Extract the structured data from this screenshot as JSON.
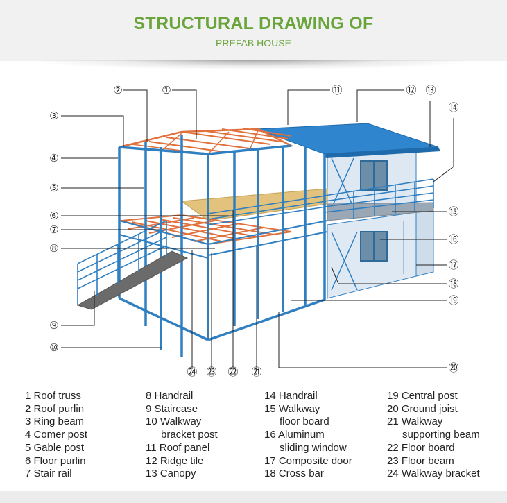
{
  "header": {
    "title": "STRUCTURAL DRAWING OF",
    "subtitle": "PREFAB HOUSE"
  },
  "callouts": [
    "①",
    "②",
    "③",
    "④",
    "⑤",
    "⑥",
    "⑦",
    "⑧",
    "⑨",
    "⑩",
    "⑪",
    "⑫",
    "⑬",
    "⑭",
    "⑮",
    "⑯",
    "⑰",
    "⑱",
    "⑲",
    "⑳",
    "㉑",
    "㉒",
    "㉓",
    "㉔"
  ],
  "legend": {
    "columns": [
      [
        {
          "text": "1 Roof truss"
        },
        {
          "text": "2 Roof purlin"
        },
        {
          "text": "3 Ring beam"
        },
        {
          "text": "4 Comer post"
        },
        {
          "text": "5 Gable post"
        },
        {
          "text": "6 Floor purlin"
        },
        {
          "text": "7 Stair rail"
        }
      ],
      [
        {
          "text": "8 Handrail"
        },
        {
          "text": "9 Staircase"
        },
        {
          "text": "10 Walkway"
        },
        {
          "text": "bracket post",
          "indent": true
        },
        {
          "text": "11 Roof panel"
        },
        {
          "text": "12 Ridge tile"
        },
        {
          "text": "13 Canopy"
        }
      ],
      [
        {
          "text": "14 Handrail"
        },
        {
          "text": "15 Walkway"
        },
        {
          "text": "floor board",
          "indent": true
        },
        {
          "text": "16 Aluminum"
        },
        {
          "text": "sliding window",
          "indent": true
        },
        {
          "text": "17 Composite door"
        },
        {
          "text": "18 Cross bar"
        }
      ],
      [
        {
          "text": "19 Central post"
        },
        {
          "text": "20 Ground joist"
        },
        {
          "text": "21 Walkway"
        },
        {
          "text": "supporting beam",
          "indent": true
        },
        {
          "text": "22 Floor board"
        },
        {
          "text": "23 Floor beam"
        },
        {
          "text": "24 Walkway bracket"
        }
      ]
    ]
  },
  "colors": {
    "accent": "#6aa53b",
    "steel": "#2f7fc1",
    "truss": "#e0703c",
    "roof": "#2f86cf",
    "floor": "#e2c27c",
    "wall": "#dbe7f2"
  }
}
